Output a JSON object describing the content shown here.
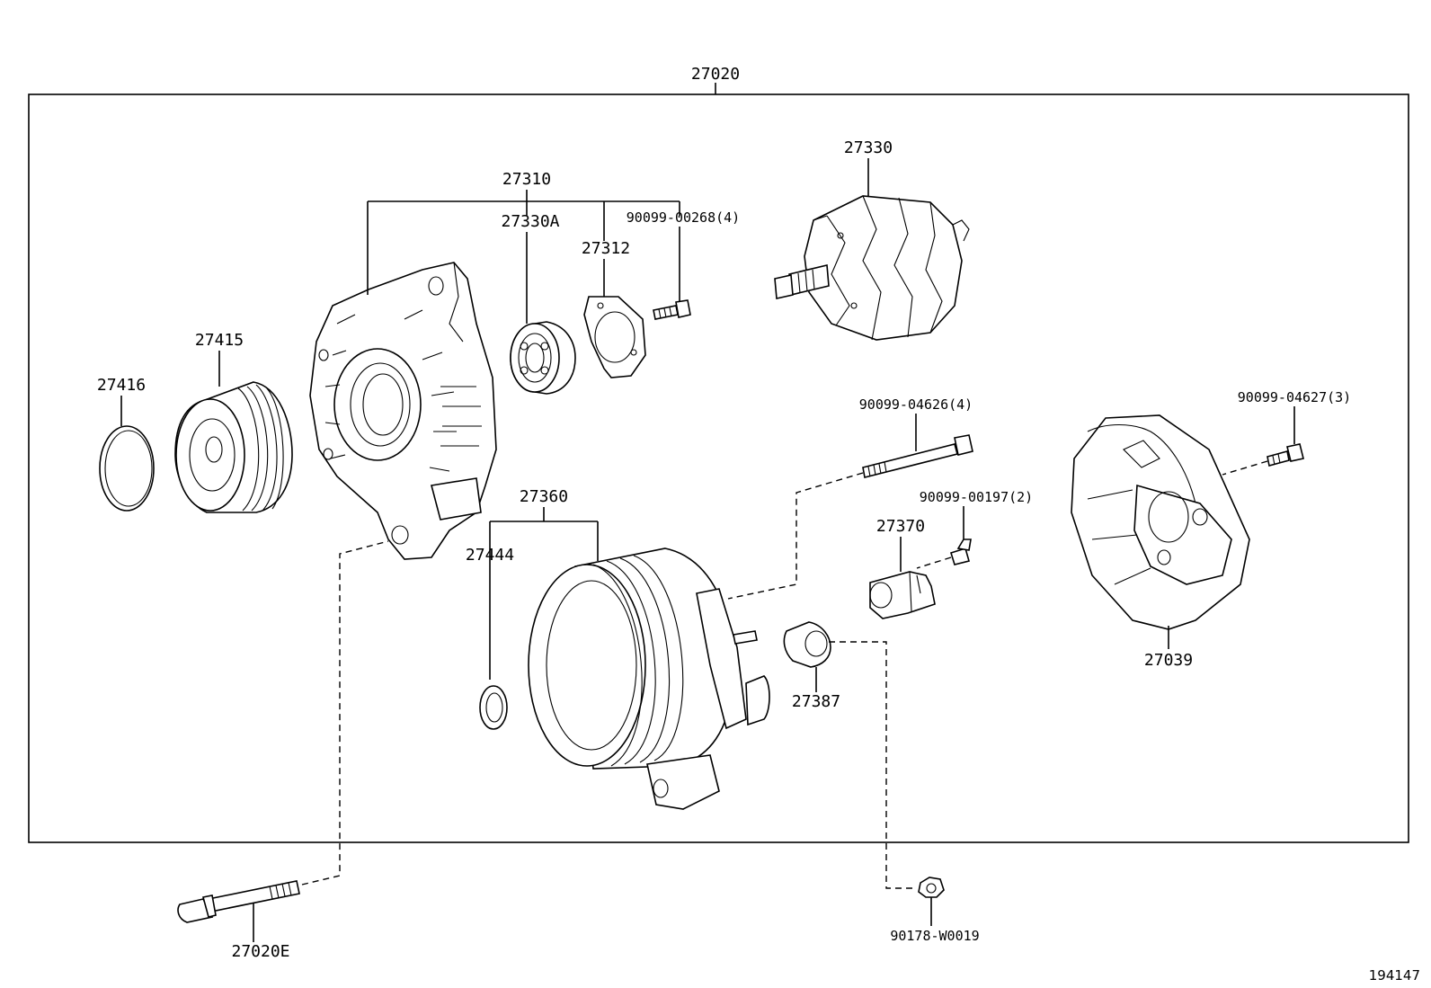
{
  "diagram": {
    "ref_number": "194147",
    "labels": {
      "assembly": "27020",
      "end_frame": "27310",
      "bearing": "27330A",
      "retainer": "27312",
      "screw_00268": "90099-00268(4)",
      "rotor": "27330",
      "pulley": "27415",
      "pulley_cap": "27416",
      "bolt_04626": "90099-04626(4)",
      "bolt_04627": "90099-04627(3)",
      "drive_end_frame": "27360",
      "washer": "27444",
      "screw_00197": "90099-00197(2)",
      "regulator": "27370",
      "brush_holder": "27039",
      "insulator": "27387",
      "through_bolt": "27020E",
      "nut": "90178-W0019"
    }
  }
}
